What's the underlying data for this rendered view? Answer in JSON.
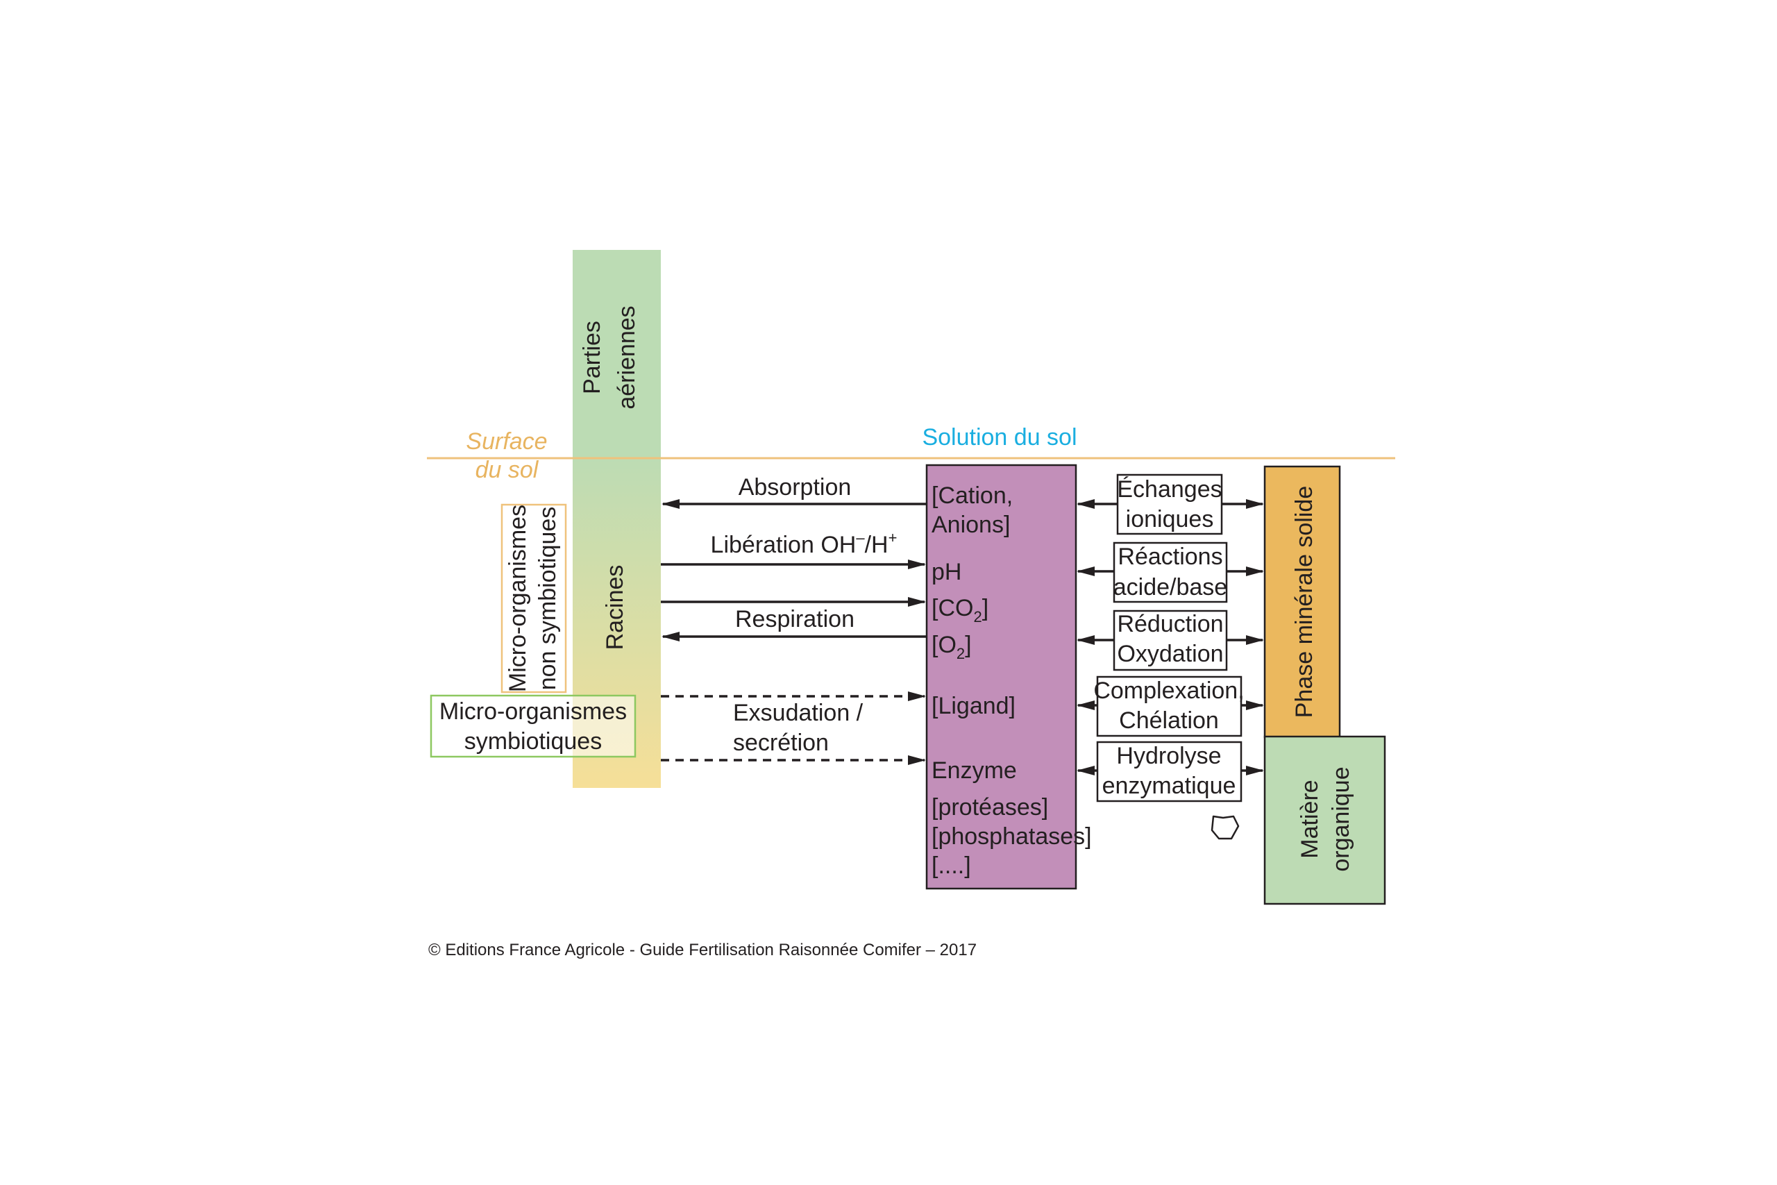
{
  "surface_label": [
    "Surface",
    "du sol"
  ],
  "solution_label": "Solution du sol",
  "plant": {
    "aerial": [
      "Parties",
      "aériennes"
    ],
    "roots": "Racines"
  },
  "micro_non_symbiotic": [
    "Micro-organismes",
    "non symbiotiques"
  ],
  "micro_symbiotic": [
    "Micro-organismes",
    "symbiotiques"
  ],
  "flows": {
    "absorption": "Absorption",
    "liberation": "Libération OH",
    "liberation_sup1": "–",
    "liberation_mid": "/H",
    "liberation_sup2": "+",
    "respiration": "Respiration",
    "exsudation": [
      "Exsudation /",
      "secrétion"
    ]
  },
  "solution_items": {
    "cation": [
      "[Cation,",
      "Anions]"
    ],
    "ph": "pH",
    "co2_pre": "[CO",
    "co2_sub": "2",
    "co2_post": "]",
    "o2_pre": "[O",
    "o2_sub": "2",
    "o2_post": "]",
    "ligand": "[Ligand]",
    "enzyme": [
      "Enzyme",
      "[protéases]",
      "[phosphatases]",
      "[....]"
    ]
  },
  "processes": {
    "echanges": [
      "Échanges",
      "ioniques"
    ],
    "reactions": [
      "Réactions",
      "acide/base"
    ],
    "reduction": [
      "Réduction",
      "Oxydation"
    ],
    "complexation": [
      "Complexation,",
      "Chélation"
    ],
    "hydrolyse": [
      "Hydrolyse",
      "enzymatique"
    ]
  },
  "phase_minerale": "Phase minérale solide",
  "matiere_organique": [
    "Matière",
    "organique"
  ],
  "copyright": "© Editions France Agricole - Guide Fertilisation Raisonnée Comifer – 2017",
  "colors": {
    "plant_top": "#bcdcb4",
    "plant_bottom": "#f6df98",
    "solution": "#c28fb9",
    "mineral": "#ebb85e",
    "organic": "#bddbb4",
    "surface_line": "#efc27c",
    "surface_text": "#e8b460",
    "solution_text": "#1aaee0",
    "micro_non_border": "#efc27c",
    "micro_sym_border": "#8dc860"
  }
}
